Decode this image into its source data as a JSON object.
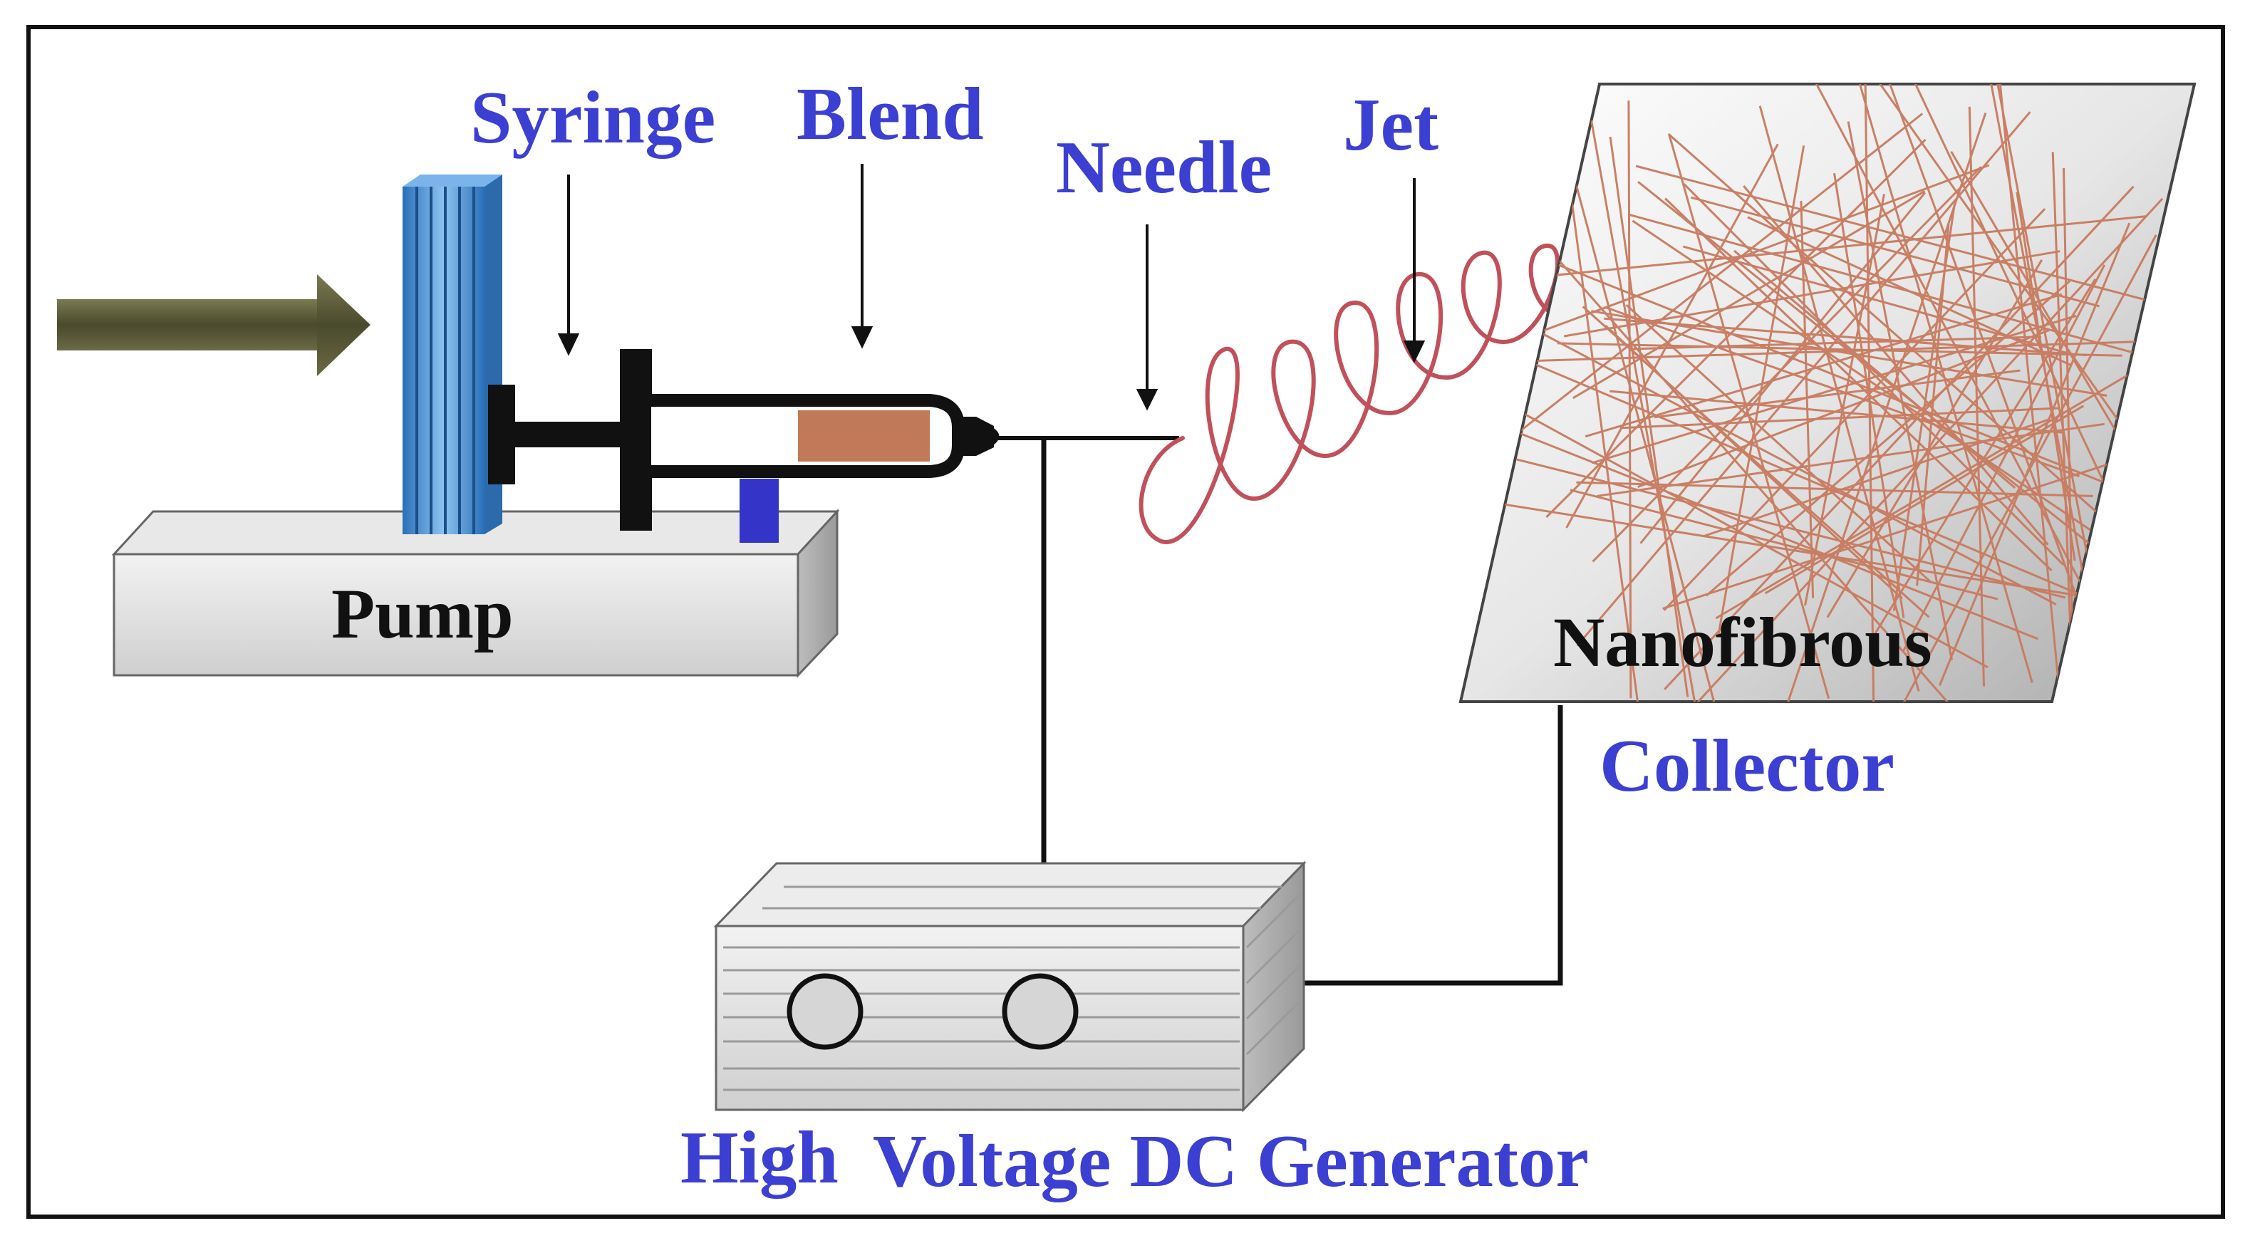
{
  "labels": {
    "syringe": "Syringe",
    "blend": "Blend",
    "needle": "Needle",
    "jet": "Jet",
    "pump": "Pump",
    "nanofibrous": "Nanofibrous",
    "collector": "Collector",
    "generator_high": "High",
    "generator_rest": "Voltage DC Generator"
  },
  "colors": {
    "label_blue": "#3b3fd2",
    "jet_red": "#c0505a",
    "fiber_brown": "#c87a5e",
    "blend_fill": "#c07a5a",
    "pusher_blue": "#5a9ad8",
    "arrow_olive": "#5a5a3a"
  }
}
